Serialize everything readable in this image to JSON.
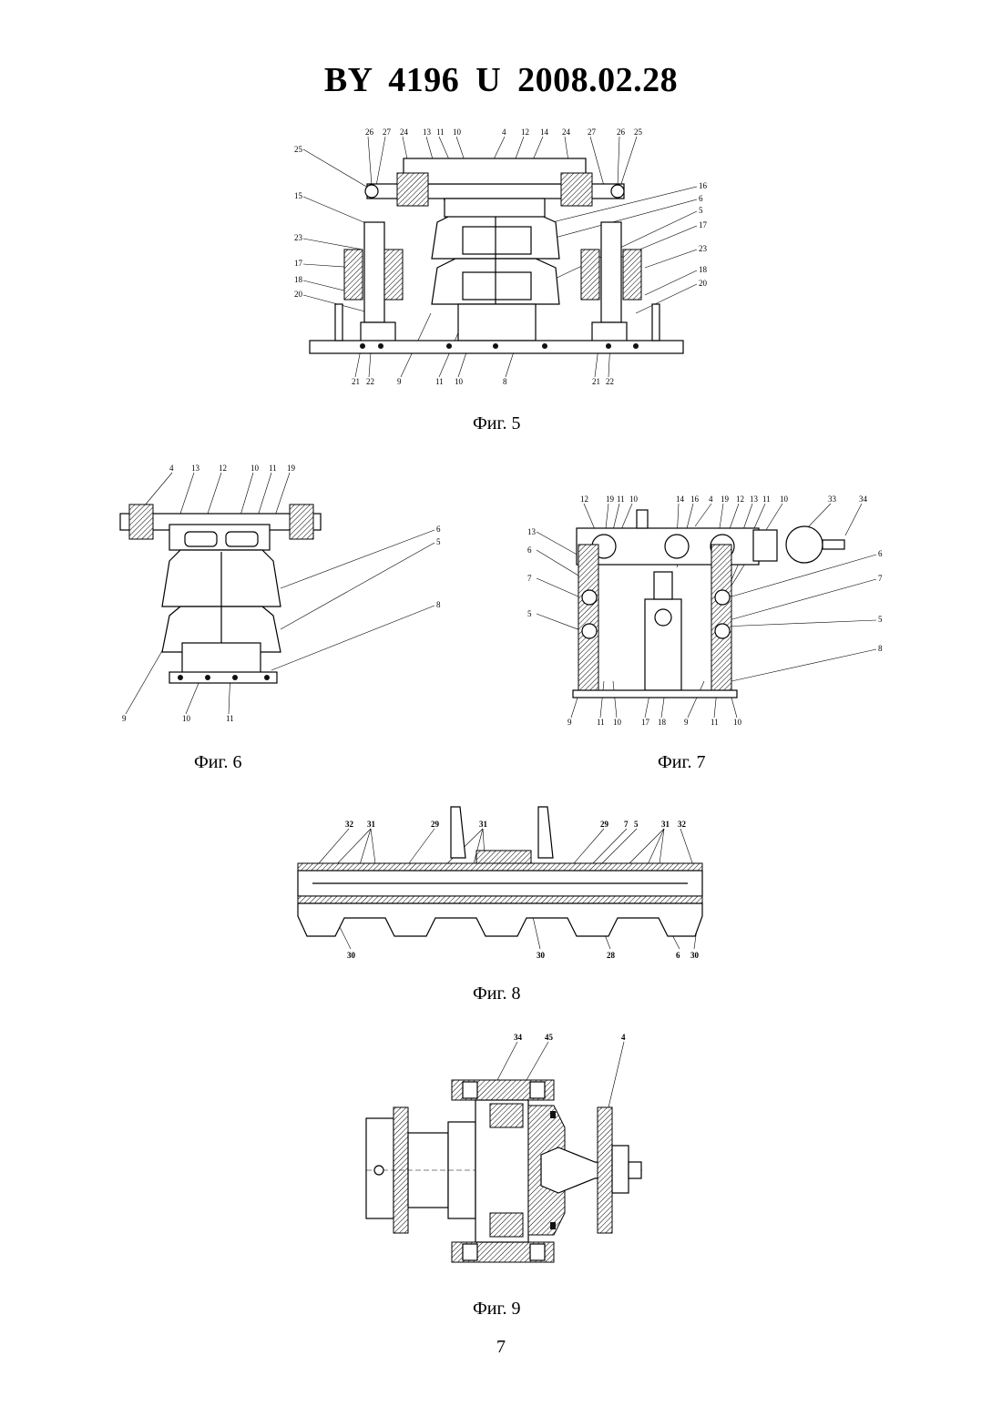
{
  "header": {
    "doc_code": "BY 4196 U 2008.02.28"
  },
  "figures": {
    "fig5": {
      "caption": "Фиг. 5",
      "labels_top": [
        "26",
        "27",
        "24",
        "13",
        "11",
        "10",
        "4",
        "12",
        "14",
        "24",
        "27",
        "26",
        "25"
      ],
      "label_25": "25",
      "labels_left": [
        "15",
        "23",
        "17",
        "18",
        "20"
      ],
      "labels_right": [
        "16",
        "6",
        "5",
        "17",
        "23",
        "18",
        "20"
      ],
      "labels_bottom": [
        "21",
        "22",
        "9",
        "11",
        "10",
        "8",
        "21",
        "22"
      ]
    },
    "fig6": {
      "caption": "Фиг. 6",
      "labels_top": [
        "4",
        "13",
        "12",
        "10",
        "11",
        "19"
      ],
      "labels_right": [
        "6",
        "5",
        "8"
      ],
      "labels_bottom": [
        "9",
        "10",
        "11"
      ]
    },
    "fig7": {
      "caption": "Фиг. 7",
      "labels_top": [
        "12",
        "19",
        "11",
        "10",
        "14",
        "16",
        "4",
        "19",
        "12",
        "13",
        "11",
        "10",
        "33",
        "34"
      ],
      "labels_left": [
        "13",
        "6",
        "7",
        "5"
      ],
      "labels_right": [
        "6",
        "7",
        "5",
        "8"
      ],
      "labels_bottom": [
        "9",
        "11",
        "10",
        "17",
        "18",
        "9",
        "11",
        "10"
      ]
    },
    "fig8": {
      "caption": "Фиг. 8",
      "labels_top": [
        "32",
        "31",
        "29",
        "31",
        "29",
        "7",
        "5",
        "31",
        "32"
      ],
      "labels_bottom": [
        "30",
        "30",
        "28",
        "6",
        "30"
      ]
    },
    "fig9": {
      "caption": "Фиг. 9",
      "labels_top": [
        "34",
        "45",
        "4"
      ]
    }
  },
  "page_number": "7"
}
